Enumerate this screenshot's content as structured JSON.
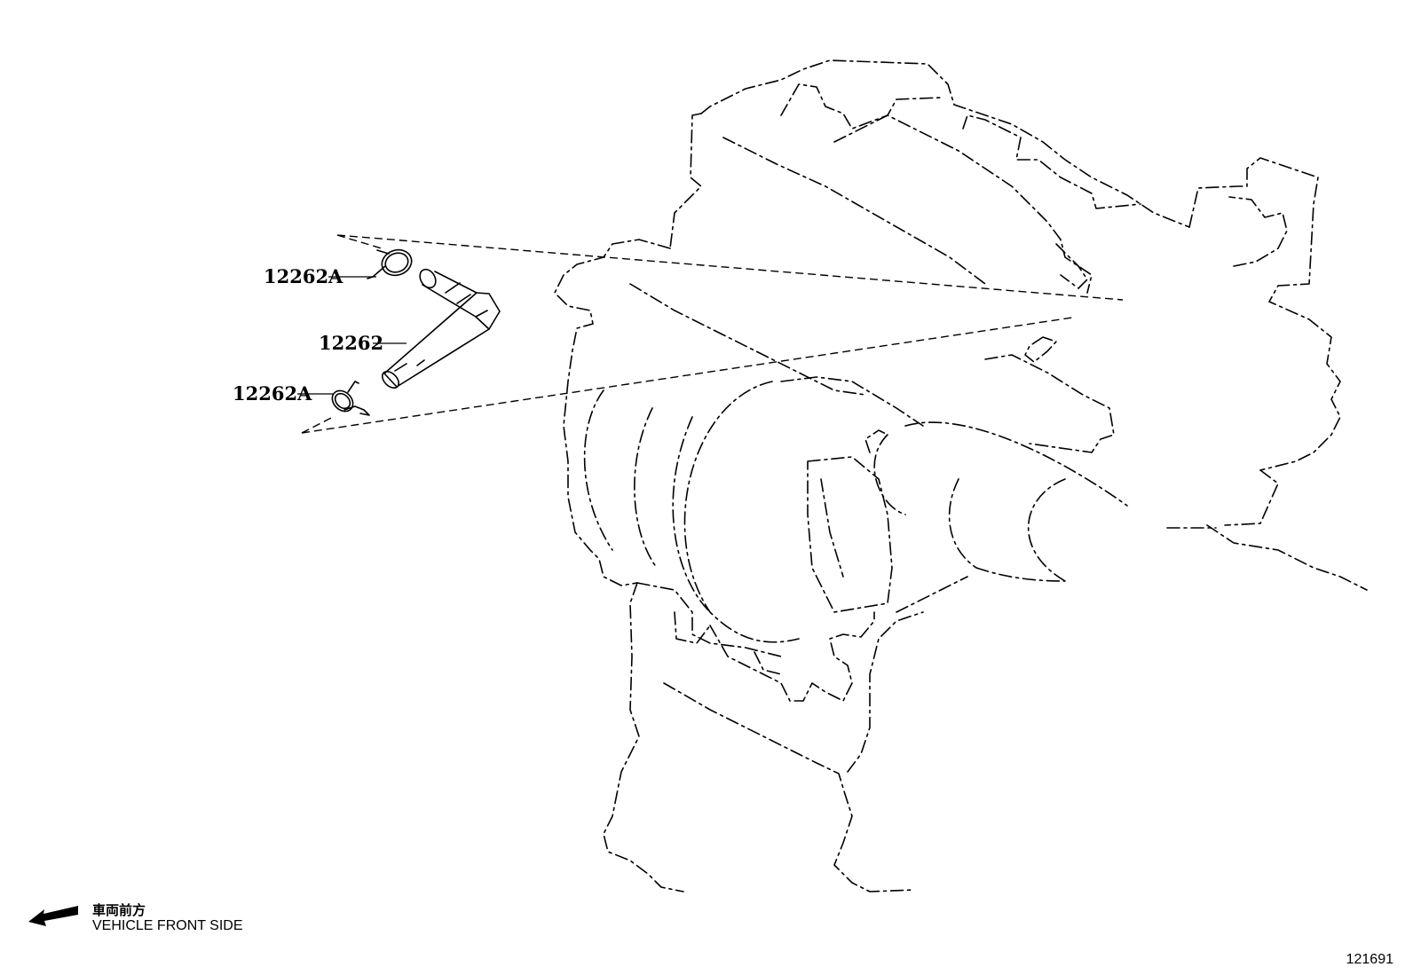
{
  "diagram": {
    "callouts": [
      {
        "id": "clamp-upper",
        "label": "12262A"
      },
      {
        "id": "hose",
        "label": "12262"
      },
      {
        "id": "clamp-lower",
        "label": "12262A"
      }
    ]
  },
  "legend": {
    "direction_jp": "車両前方",
    "direction_en": "VEHICLE FRONT SIDE"
  },
  "figure_number": "121691"
}
